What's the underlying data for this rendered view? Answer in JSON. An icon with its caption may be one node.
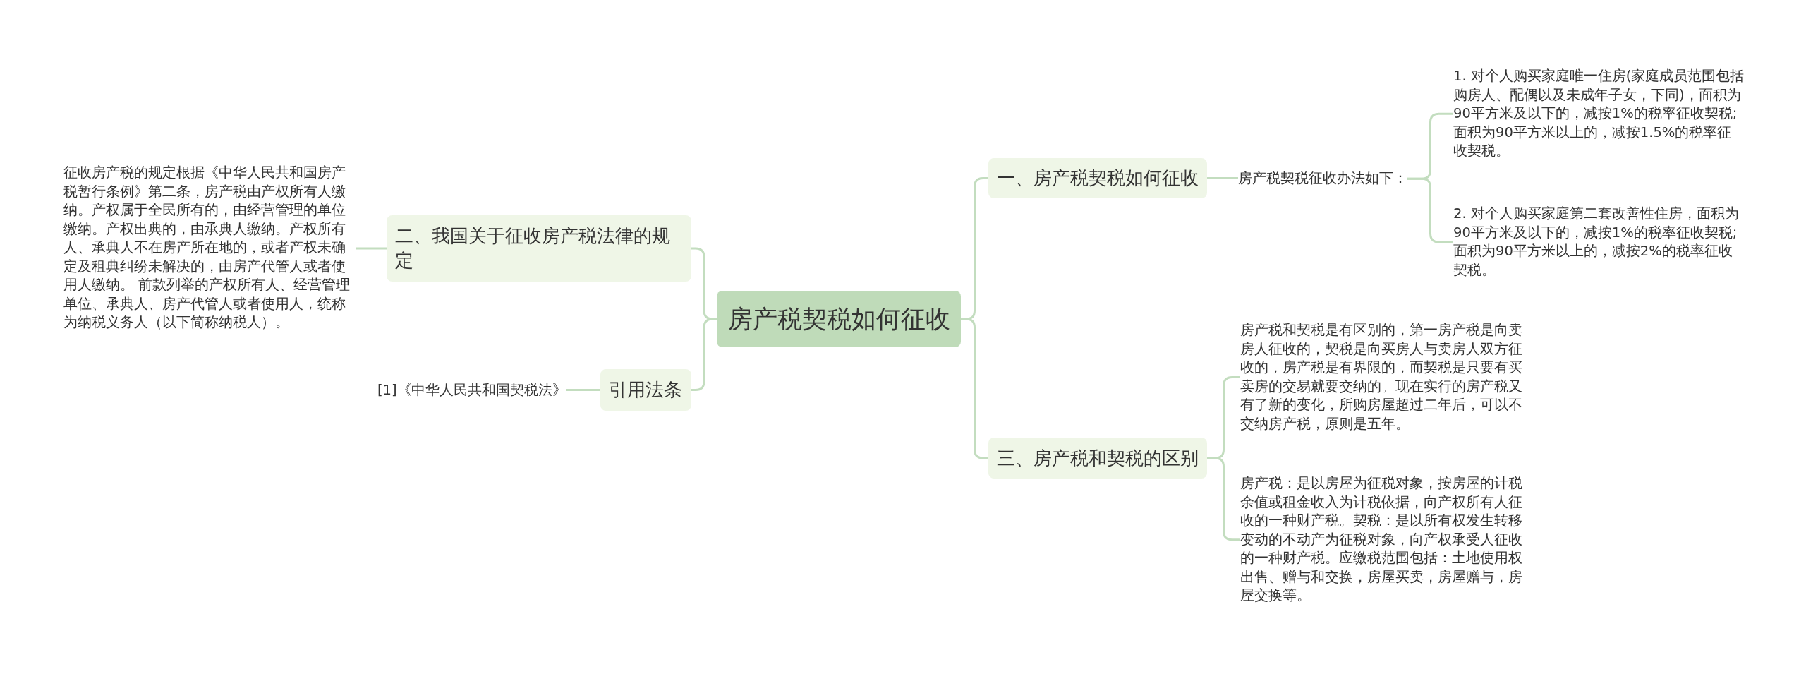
{
  "diagram": {
    "nodes": [
      {
        "text": [
          "房产税契税如何征收"
        ]
      },
      {
        "text": [
          "一、房产税契税如何征收"
        ]
      },
      {
        "text": [
          "房产税契税征收办法如下："
        ]
      },
      {
        "text": [
          "1. 对个人购买家庭唯一住房(家庭成员范围包括购房人、配偶以及未成年子女，下同)，面积为90平方米及以下的，减按1%的税率征收契税;面积为90平方米以上的，减按1.5%的税率征收契税。"
        ]
      },
      {
        "text": [
          "2. 对个人购买家庭第二套改善性住房，面积为90平方米及以下的，减按1%的税率征收契税;面积为90平方米以上的，减按2%的税率征收契税。"
        ]
      },
      {
        "text": [
          "三、房产税和契税的区别"
        ]
      },
      {
        "text": [
          "房产税和契税是有区别的，第一房产税是向卖房人征收的，契税是向买房人与卖房人双方征收的，房产税是有界限的，而契税是只要有买卖房的交易就要交纳的。现在实行的房产税又有了新的变化，所购房屋超过二年后，可以不交纳房产税，原则是五年。"
        ]
      },
      {
        "text": [
          "房产税：是以房屋为征税对象，按房屋的计税余值或租金收入为计税依据，向产权所有人征收的一种财产税。契税：是以所有权发生转移变动的不动产为征税对象，向产权承受人征收的一种财产税。应缴税范围包括：土地使用权出售、赠与和交换，房屋买卖，房屋赠与，房屋交换等。"
        ]
      },
      {
        "text": [
          "二、我国关于征收房产税法律的规定"
        ]
      },
      {
        "text": [
          "征收房产税的规定根据《中华人民共和国房产税暂行条例》第二条，房产税由产权所有人缴纳。产权属于全民所有的，由经营管理的单位缴纳。产权出典的，由承典人缴纳。产权所有人、承典人不在房产所在地的，或者产权未确定及租典纠纷未解决的，由房产代管人或者使用人缴纳。 前款列举的产权所有人、经营管理单位、承典人、房产代管人或者使用人，统称为纳税义务人（以下简称纳税人）。"
        ]
      },
      {
        "text": [
          "引用法条"
        ]
      },
      {
        "text": [
          "[1]《中华人民共和国契税法》"
        ]
      }
    ],
    "edges": [
      {
        "from": 0,
        "to": 1,
        "arrow": "none"
      },
      {
        "from": 1,
        "to": 2,
        "arrow": "none"
      },
      {
        "from": 2,
        "to": 3,
        "arrow": "none"
      },
      {
        "from": 2,
        "to": 4,
        "arrow": "none"
      },
      {
        "from": 0,
        "to": 5,
        "arrow": "none"
      },
      {
        "from": 5,
        "to": 6,
        "arrow": "none"
      },
      {
        "from": 5,
        "to": 7,
        "arrow": "none"
      },
      {
        "from": 0,
        "to": 8,
        "arrow": "none"
      },
      {
        "from": 8,
        "to": 9,
        "arrow": "none"
      },
      {
        "from": 0,
        "to": 10,
        "arrow": "none"
      },
      {
        "from": 10,
        "to": 11,
        "arrow": "none"
      }
    ]
  }
}
